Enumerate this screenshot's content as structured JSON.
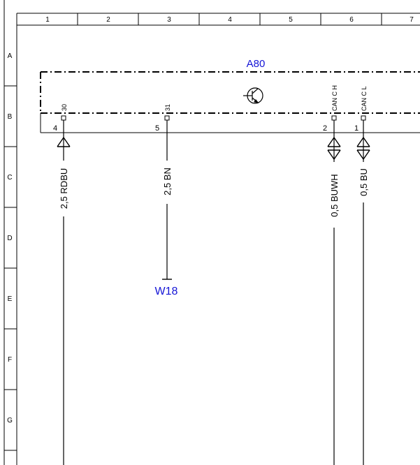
{
  "grid": {
    "columns": [
      "1",
      "2",
      "3",
      "4",
      "5",
      "6",
      "7"
    ],
    "rows": [
      "A",
      "B",
      "C",
      "D",
      "E",
      "F",
      "G"
    ]
  },
  "component": {
    "label": "A80",
    "color": "#1515d6",
    "icon": "transistor-icon"
  },
  "pins": [
    {
      "name": "30",
      "number": "4",
      "wire": "2,5 RDBU",
      "connector": "single"
    },
    {
      "name": "31",
      "number": "5",
      "wire": "2,5 BN",
      "connector": "none"
    },
    {
      "name": "CAN C H",
      "number": "2",
      "wire": "0,5 BUWH",
      "connector": "double"
    },
    {
      "name": "CAN C L",
      "number": "1",
      "wire": "0,5 BU",
      "connector": "double"
    }
  ],
  "ground": {
    "label": "W18"
  }
}
